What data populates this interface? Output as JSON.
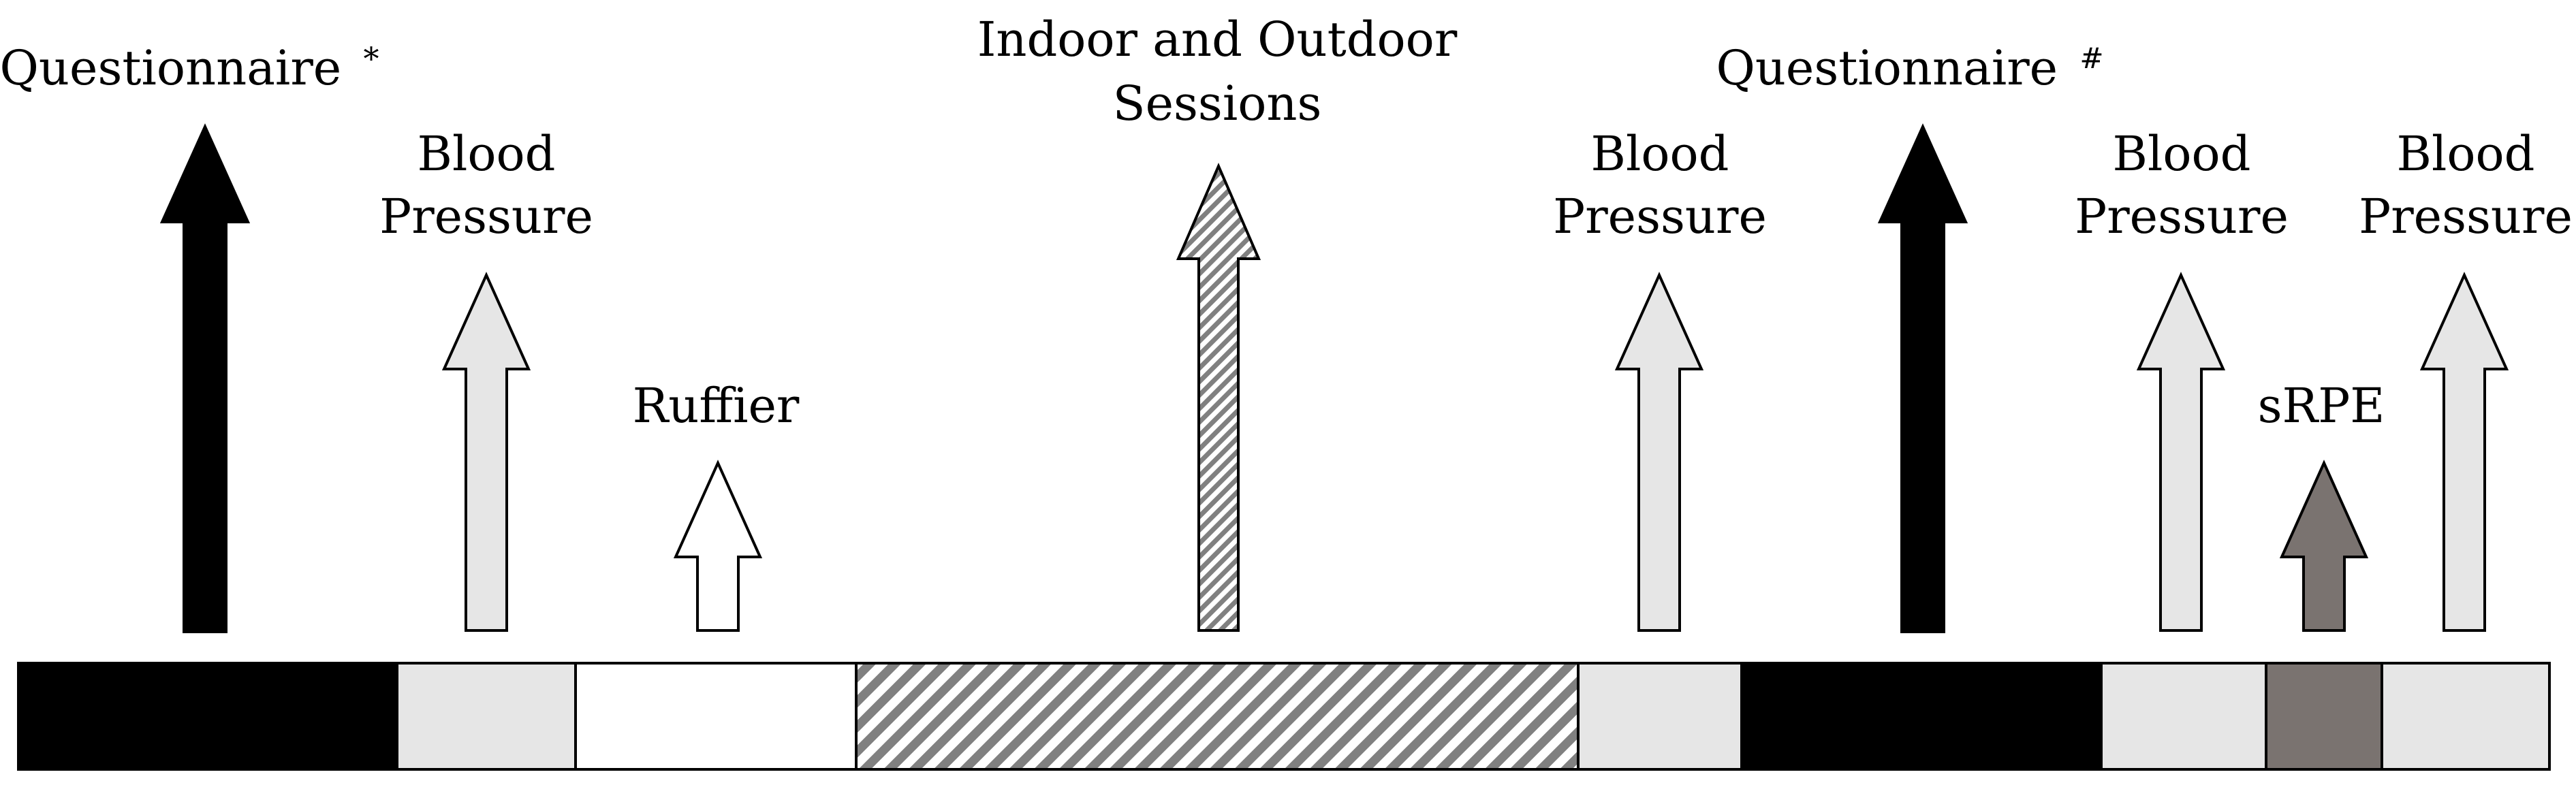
{
  "diagram": {
    "labels": {
      "questionnaire_pre": "Questionnaire",
      "questionnaire_pre_mark": "*",
      "blood_pressure_1_line1": "Blood",
      "blood_pressure_1_line2": "Pressure",
      "ruffier": "Ruffier",
      "sessions_line1": "Indoor and Outdoor",
      "sessions_line2": "Sessions",
      "blood_pressure_2_line1": "Blood",
      "blood_pressure_2_line2": "Pressure",
      "questionnaire_post": "Questionnaire",
      "questionnaire_post_mark": "#",
      "blood_pressure_3_line1": "Blood",
      "blood_pressure_3_line2": "Pressure",
      "srpe": "sRPE",
      "blood_pressure_4_line1": "Blood",
      "blood_pressure_4_line2": "Pressure"
    },
    "colors": {
      "questionnaire": "#000000",
      "blood_pressure": "#e6e6e6",
      "ruffier": "#ffffff",
      "sessions_hatch_light": "#ffffff",
      "sessions_hatch_dark": "#808080",
      "srpe": "#7a7370",
      "outline": "#000000"
    },
    "timeline_segments": [
      "questionnaire",
      "blood-pressure",
      "ruffier",
      "sessions",
      "blood-pressure",
      "questionnaire",
      "blood-pressure",
      "srpe",
      "blood-pressure"
    ]
  }
}
